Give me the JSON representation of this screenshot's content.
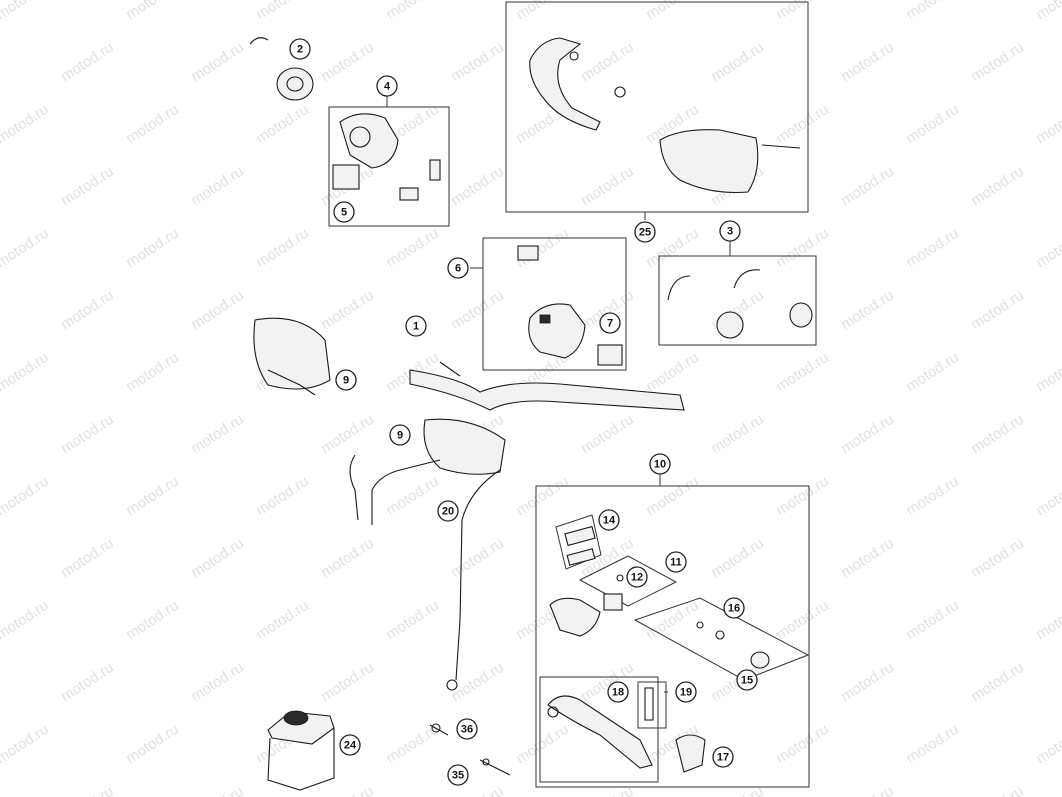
{
  "diagram": {
    "watermark_text": "motod.ru",
    "callouts": [
      {
        "id": "c1",
        "label": "1"
      },
      {
        "id": "c2",
        "label": "2"
      },
      {
        "id": "c3",
        "label": "3"
      },
      {
        "id": "c4",
        "label": "4"
      },
      {
        "id": "c5",
        "label": "5"
      },
      {
        "id": "c6",
        "label": "6"
      },
      {
        "id": "c7",
        "label": "7"
      },
      {
        "id": "c9a",
        "label": "9"
      },
      {
        "id": "c9b",
        "label": "9"
      },
      {
        "id": "c10",
        "label": "10"
      },
      {
        "id": "c11",
        "label": "11"
      },
      {
        "id": "c12",
        "label": "12"
      },
      {
        "id": "c14",
        "label": "14"
      },
      {
        "id": "c15",
        "label": "15"
      },
      {
        "id": "c16",
        "label": "16"
      },
      {
        "id": "c17",
        "label": "17"
      },
      {
        "id": "c18",
        "label": "18"
      },
      {
        "id": "c19",
        "label": "19"
      },
      {
        "id": "c20",
        "label": "20"
      },
      {
        "id": "c24",
        "label": "24"
      },
      {
        "id": "c25",
        "label": "25"
      },
      {
        "id": "c35",
        "label": "35"
      },
      {
        "id": "c36",
        "label": "36"
      }
    ]
  }
}
